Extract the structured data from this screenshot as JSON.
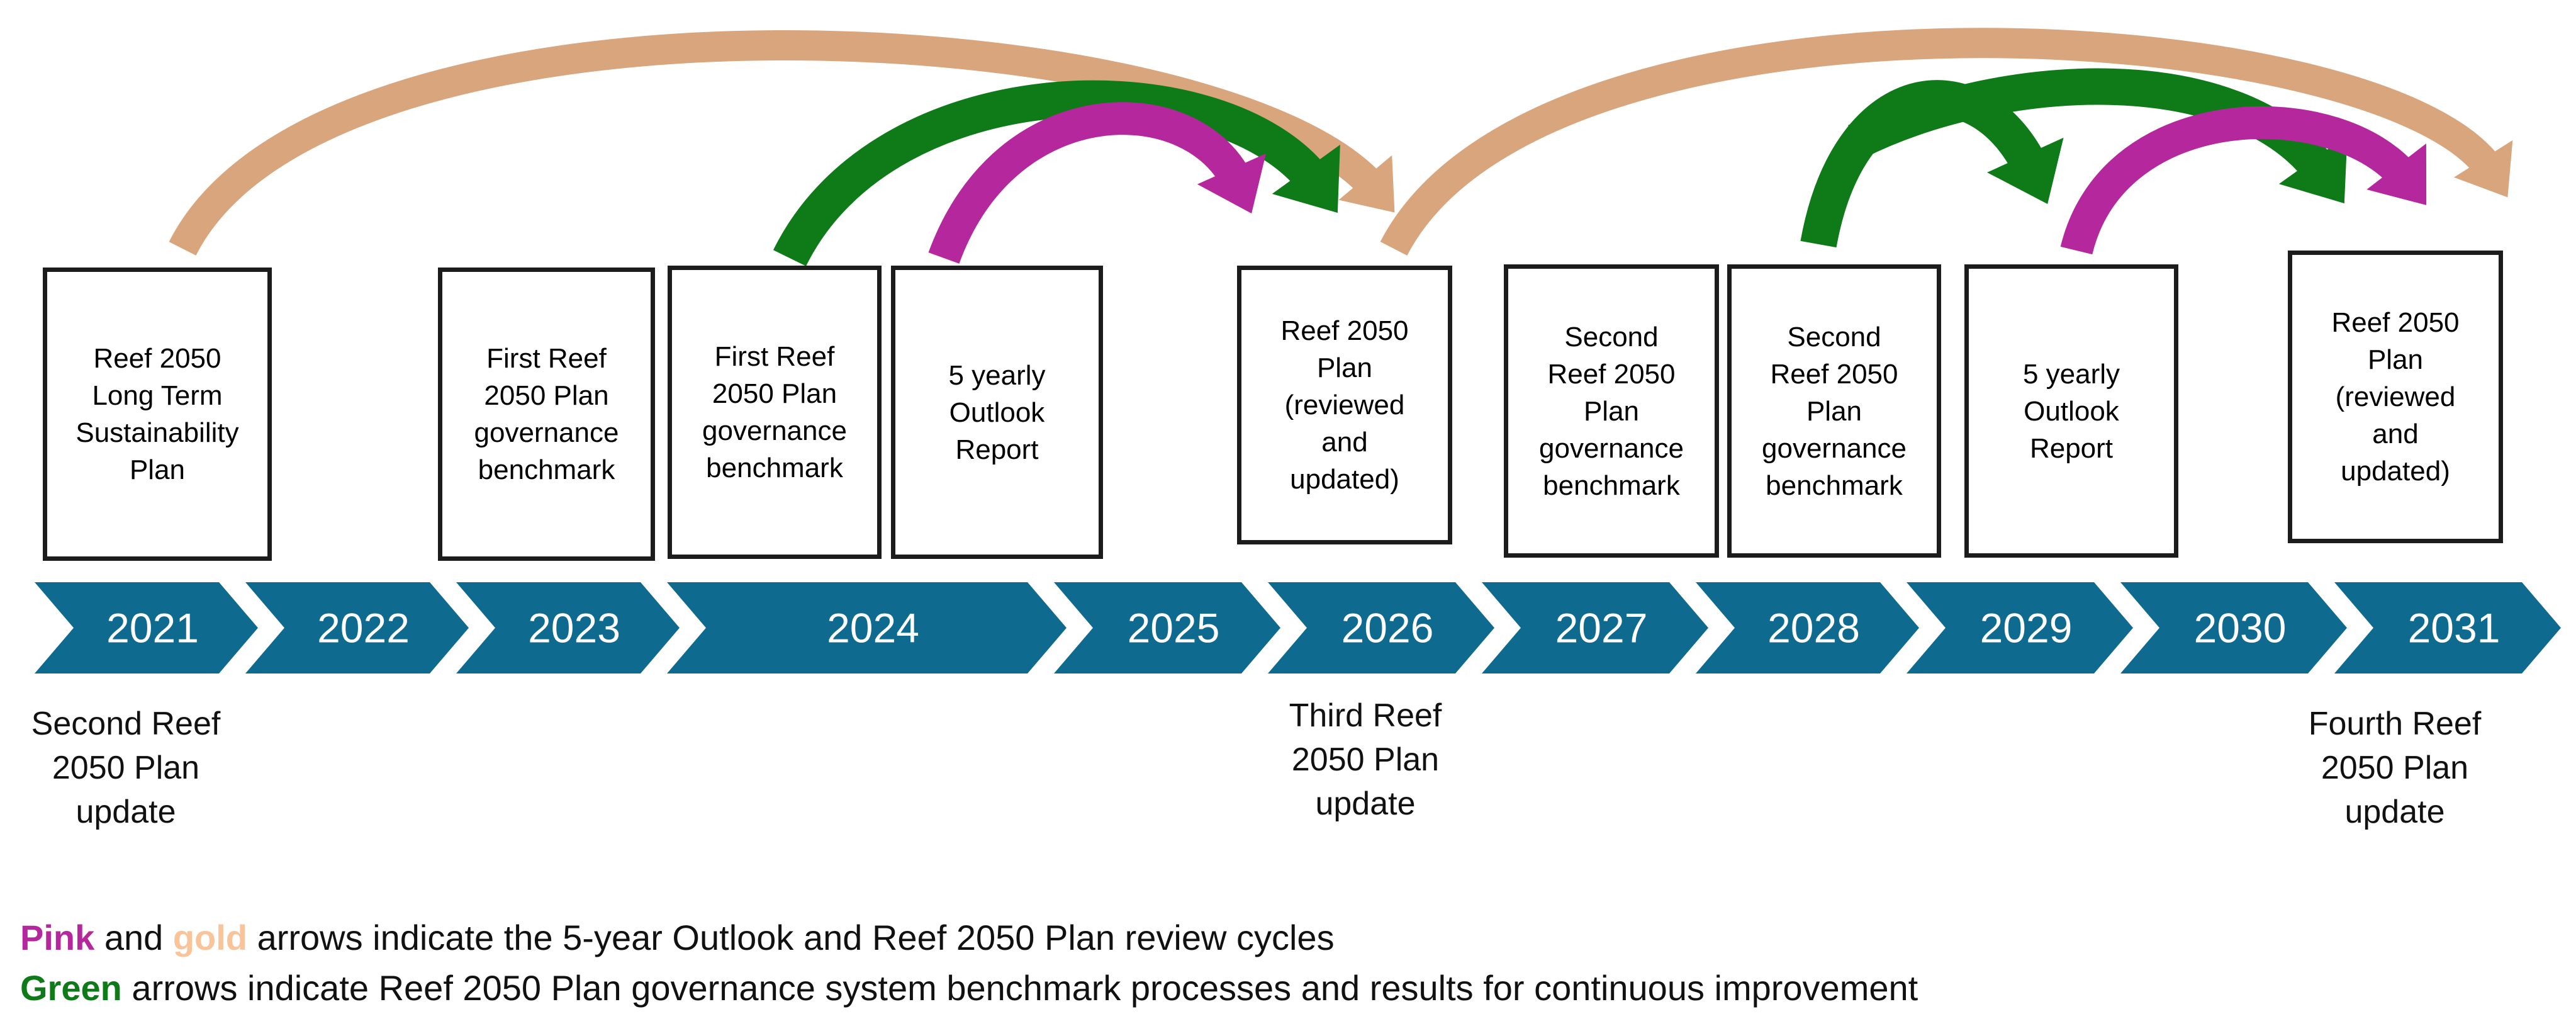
{
  "colors": {
    "gold": "#f9c49a",
    "gold_arrow": "#d8a57d",
    "green": "#0e7a18",
    "pink": "#b5289d",
    "timeline": "#0f6a8f"
  },
  "timeline": {
    "years": [
      "2021",
      "2022",
      "2023",
      "2024",
      "2025",
      "2026",
      "2027",
      "2028",
      "2029",
      "2030",
      "2031"
    ]
  },
  "boxes": [
    {
      "text": "Reef 2050\nLong Term\nSustainability\nPlan",
      "color": "gold"
    },
    {
      "text": "First Reef\n2050 Plan\ngovernance\nbenchmark",
      "color": "green"
    },
    {
      "text": "First Reef\n2050 Plan\ngovernance\nbenchmark",
      "color": "green"
    },
    {
      "text": "5 yearly\nOutlook\nReport",
      "color": "pink"
    },
    {
      "text": "Reef 2050\nPlan\n(reviewed\nand\nupdated)",
      "color": "gold"
    },
    {
      "text": "Second\nReef 2050\nPlan\ngovernance\nbenchmark",
      "color": "green"
    },
    {
      "text": "Second\nReef 2050\nPlan\ngovernance\nbenchmark",
      "color": "green"
    },
    {
      "text": "5 yearly\nOutlook\nReport",
      "color": "pink"
    },
    {
      "text": "Reef 2050\nPlan\n(reviewed\nand\nupdated)",
      "color": "gold"
    }
  ],
  "notes": [
    "Second Reef\n2050 Plan\nupdate",
    "Third Reef\n2050 Plan\nupdate",
    "Fourth Reef\n2050 Plan\nupdate"
  ],
  "legend": {
    "line1": {
      "pink": "Pink",
      "and": " and ",
      "gold": "gold",
      "rest": " arrows indicate the 5-year Outlook and Reef 2050 Plan review cycles"
    },
    "line2": {
      "green": "Green",
      "rest": " arrows indicate Reef 2050 Plan governance system benchmark processes and results for continuous improvement"
    }
  }
}
